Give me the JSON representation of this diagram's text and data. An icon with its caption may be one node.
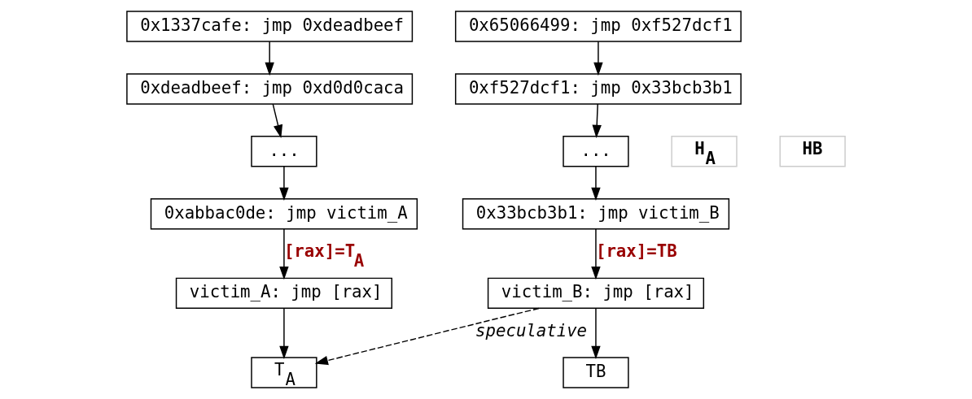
{
  "diagram": {
    "nodes": [
      {
        "text": [
          "0x1337cafe: jmp 0xdeadbeef"
        ]
      },
      {
        "text": [
          "0xdeadbeef: jmp 0xd0d0caca"
        ]
      },
      {
        "text": [
          "..."
        ]
      },
      {
        "text": [
          "0xabbac0de: jmp victim_A"
        ]
      },
      {
        "text": [
          "victim_A: jmp [rax]"
        ]
      },
      {
        "text": [
          "T$_{A}$"
        ]
      },
      {
        "text": [
          "0x65066499: jmp 0xf527dcf1"
        ]
      },
      {
        "text": [
          "0xf527dcf1: jmp 0x33bcb3b1"
        ]
      },
      {
        "text": [
          "..."
        ]
      },
      {
        "text": [
          "0x33bcb3b1: jmp victim_B"
        ]
      },
      {
        "text": [
          "victim_B: jmp [rax]"
        ]
      },
      {
        "text": [
          "TB"
        ]
      },
      {
        "text": [
          "H$_{A}$"
        ]
      },
      {
        "text": [
          "HB"
        ]
      }
    ],
    "edges": [
      {
        "from": 0,
        "to": 1,
        "arrow": "to"
      },
      {
        "from": 1,
        "to": 2,
        "arrow": "to"
      },
      {
        "from": 2,
        "to": 3,
        "arrow": "to"
      },
      {
        "from": 3,
        "to": 4,
        "arrow": "to",
        "label": "[rax]=T$_{A}$"
      },
      {
        "from": 4,
        "to": 5,
        "arrow": "to"
      },
      {
        "from": 6,
        "to": 7,
        "arrow": "to"
      },
      {
        "from": 7,
        "to": 8,
        "arrow": "to"
      },
      {
        "from": 8,
        "to": 9,
        "arrow": "to"
      },
      {
        "from": 9,
        "to": 10,
        "arrow": "to",
        "label": "[rax]=TB"
      },
      {
        "from": 10,
        "to": 11,
        "arrow": "to"
      },
      {
        "from": 10,
        "to": 5,
        "arrow": "to",
        "label": "speculative",
        "style": "dashed"
      }
    ]
  }
}
